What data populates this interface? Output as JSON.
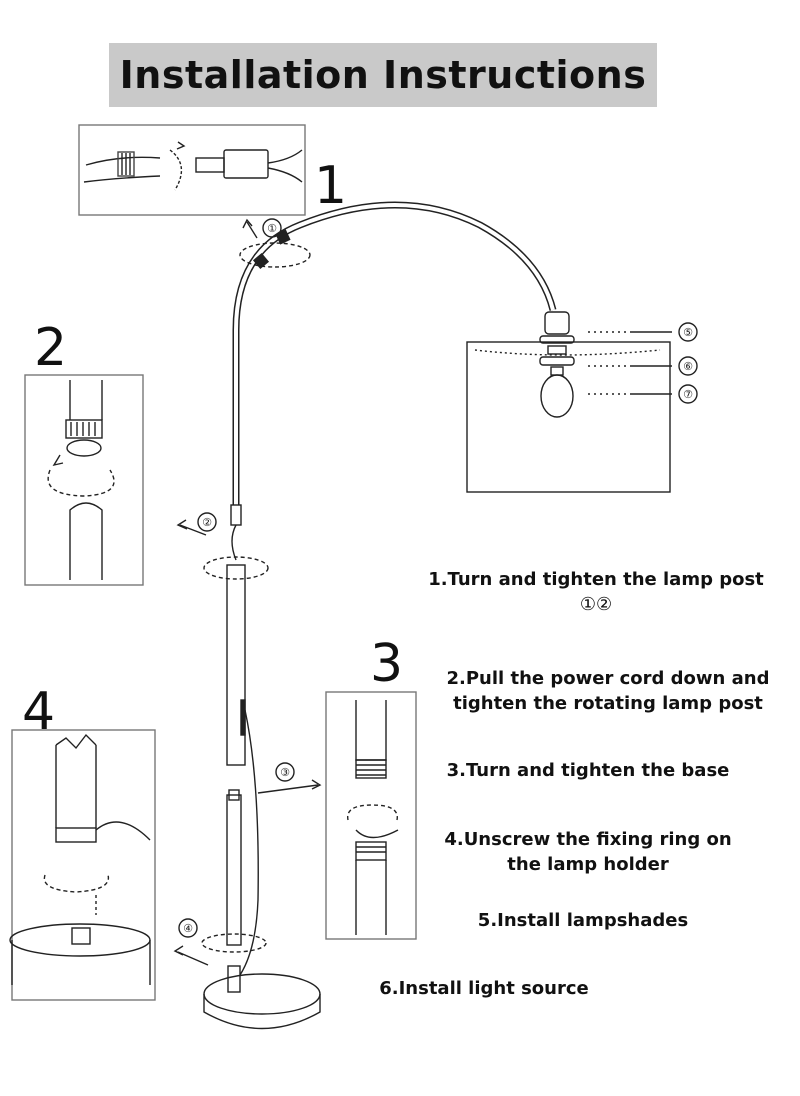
{
  "title": "Installation Instructions",
  "panel_numbers": [
    "1",
    "2",
    "3",
    "4"
  ],
  "callouts": [
    "①",
    "②",
    "③",
    "④",
    "⑤",
    "⑥",
    "⑦"
  ],
  "steps": [
    {
      "line1": "1.Turn and tighten the lamp post",
      "line2": "①②"
    },
    {
      "line1": "2.Pull the power cord down and",
      "line2": "tighten the rotating lamp post"
    },
    {
      "line1": "3.Turn and tighten the base",
      "line2": ""
    },
    {
      "line1": "4.Unscrew the fixing ring on",
      "line2": "the lamp holder"
    },
    {
      "line1": "5.Install lampshades",
      "line2": ""
    },
    {
      "line1": "6.Install light source",
      "line2": ""
    }
  ]
}
